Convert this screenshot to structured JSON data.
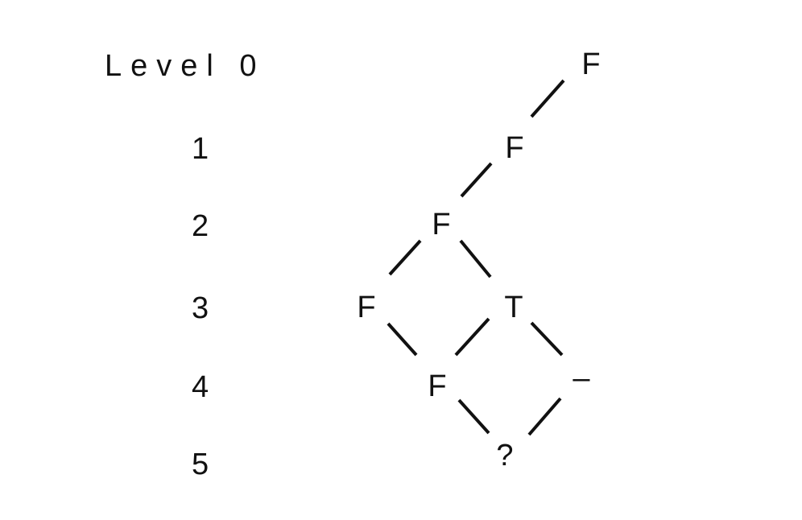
{
  "levels": {
    "title": "Level 0",
    "l1": "1",
    "l2": "2",
    "l3": "3",
    "l4": "4",
    "l5": "5"
  },
  "nodes": {
    "n0": "F",
    "n1": "F",
    "n2": "F",
    "n3_left": "F",
    "n3_right": "T",
    "n4_left": "F",
    "n4_right": "–",
    "n5": "?"
  }
}
